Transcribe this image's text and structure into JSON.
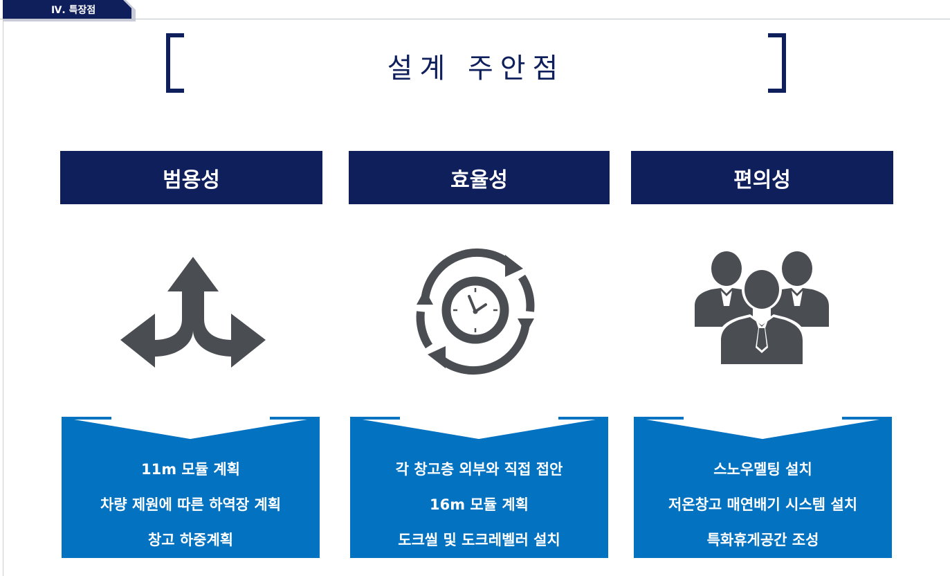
{
  "section_tab": {
    "label": "Ⅳ. 특장점"
  },
  "title": "설계 주안점",
  "colors": {
    "navy": "#0f1f5c",
    "blue": "#0372c1",
    "icon_gray": "#4a4d52",
    "white": "#ffffff"
  },
  "columns": [
    {
      "header": "범용성",
      "icon": "three-way-arrows-icon",
      "items": [
        "11m 모듈 계획",
        "차량 제원에 따른 하역장 계획",
        "창고 하중계획"
      ]
    },
    {
      "header": "효율성",
      "icon": "clock-cycle-icon",
      "items": [
        "각 창고층 외부와 직접 접안",
        "16m 모듈 계획",
        "도크씰 및 도크레벨러 설치"
      ]
    },
    {
      "header": "편의성",
      "icon": "people-group-icon",
      "items": [
        "스노우멜팅 설치",
        "저온창고 매연배기 시스템 설치",
        "특화휴게공간 조성"
      ]
    }
  ]
}
